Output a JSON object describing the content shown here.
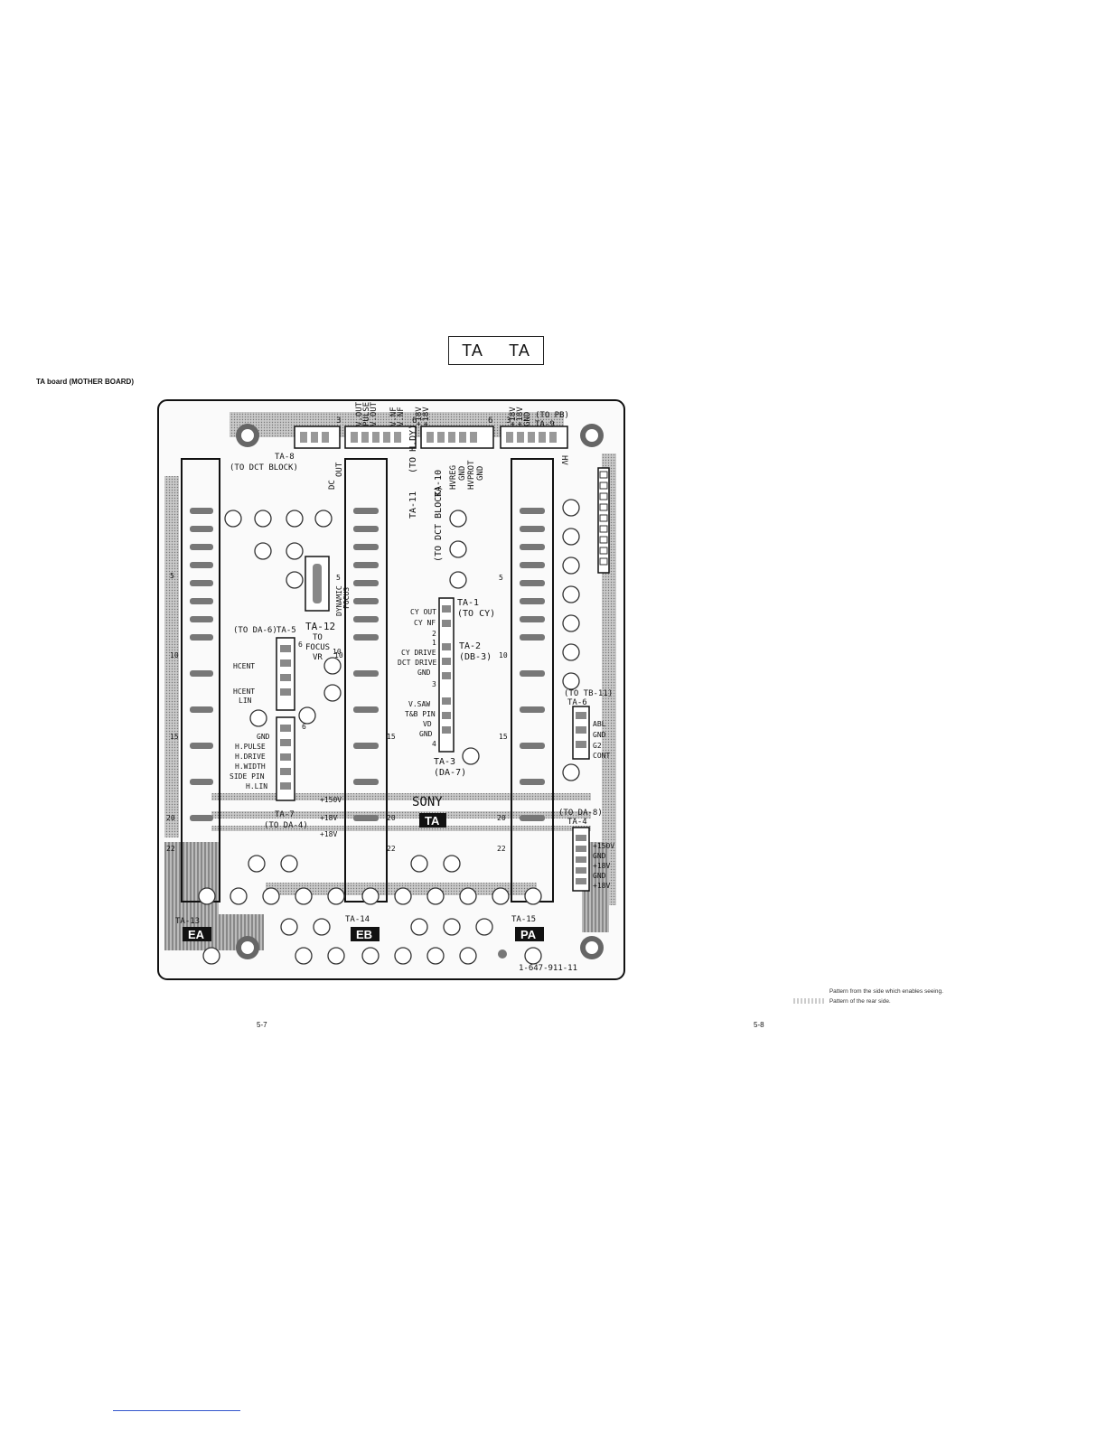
{
  "header": {
    "tab_left": "TA",
    "tab_right": "TA"
  },
  "caption": "TA board (MOTHER BOARD)",
  "legend": [
    "Pattern from the side which enables seeing.",
    "Pattern of the rear side."
  ],
  "pages": {
    "left": "5-7",
    "right": "5-8"
  },
  "board": {
    "connectors": {
      "ta8": "TA-8",
      "ta8_dest": "(TO DCT BLOCK)",
      "ta9": "TA-9",
      "ta9_dest": "(TO PB)",
      "ta10": "TA-10",
      "ta10_dest": "(TO DCT BLOCK)",
      "ta11": "TA-11",
      "ta11_dest": "(TO H.DY)",
      "ta1": "TA-1",
      "ta1_dest": "(TO CY)",
      "ta2": "TA-2",
      "ta2_dest": "(DB-3)",
      "ta3": "TA-3",
      "ta3_dest": "(DA-7)",
      "ta4": "TA-4",
      "ta4_dest": "(TO DA-8)",
      "ta5": "TA-5",
      "ta5_dest": "(TO DA-6)",
      "ta6": "TA-6",
      "ta6_dest": "(TO TB-11)",
      "ta7": "TA-7",
      "ta7_dest": "(TO DA-4)",
      "ta12": "TA-12",
      "ta12_dest_1": "TO",
      "ta12_dest_2": "FOCUS",
      "ta12_dest_3": "VR",
      "ta13": "TA-13",
      "ta14": "TA-14",
      "ta15": "TA-15"
    },
    "board_codes": {
      "ea": "EA",
      "eb": "EB",
      "pa": "PA",
      "ta": "TA"
    },
    "brand": "SONY",
    "part_number": "1-647-911-11",
    "top_pins": [
      "V.OUT",
      "PULSE",
      "V.OUT",
      "V.NF",
      "V.NF",
      "+18V",
      "+18V",
      "+18V",
      "+18V",
      "GND"
    ],
    "ta10_pins": [
      "HVREG",
      "GND",
      "HVPROT",
      "GND"
    ],
    "ta9_pins": [
      "HV"
    ],
    "ta8_pins": [
      "DC",
      "OUT"
    ],
    "dyn_focus": [
      "DYNAMIC",
      "FOCUS"
    ],
    "ta1_pins": [
      "CY OUT",
      "CY NF"
    ],
    "ta2_pins": [
      "CY DRIVE",
      "DCT DRIVE",
      "GND"
    ],
    "ta3_pins": [
      "V.SAW",
      "T&B PIN",
      "VD",
      "GND"
    ],
    "ta5_pins": [
      "HCENT",
      "HCENT",
      "LIN"
    ],
    "ta7_pins": [
      "GND",
      "H.PULSE",
      "H.DRIVE",
      "H.WIDTH",
      "SIDE PIN",
      "H.LIN"
    ],
    "ta7_volts": [
      "+150V",
      "+18V",
      "+18V"
    ],
    "ta6_pins": [
      "ABL",
      "GND",
      "G2",
      "CONT"
    ],
    "ta4_pins": [
      "+150V",
      "GND",
      "+18V",
      "GND",
      "+18V"
    ],
    "slot_numbers": [
      "5",
      "10",
      "15",
      "20",
      "22"
    ],
    "pin_digits": [
      "1",
      "2",
      "3",
      "4",
      "6",
      "10"
    ]
  }
}
